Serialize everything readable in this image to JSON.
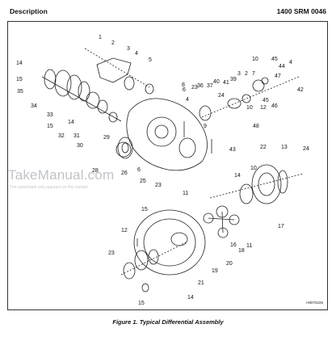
{
  "header": {
    "section": "Description",
    "doc_code": "1400 SRM 0046"
  },
  "watermark": {
    "brand": "TakeManual.com",
    "note": "The watermark only appears on this sample"
  },
  "figure": {
    "caption": "Figure 1. Typical Differential Assembly",
    "id": "H8075226",
    "callouts": [
      "1",
      "2",
      "3",
      "4",
      "5",
      "14",
      "15",
      "35",
      "34",
      "33",
      "15",
      "14",
      "32",
      "31",
      "30",
      "29",
      "28",
      "26",
      "25",
      "6",
      "23",
      "8",
      "4",
      "6",
      "23",
      "37",
      "40",
      "39",
      "41",
      "3",
      "2",
      "7",
      "36",
      "24",
      "9",
      "43",
      "10",
      "45",
      "4",
      "44",
      "47",
      "48",
      "45",
      "46",
      "42",
      "12",
      "10",
      "11",
      "13",
      "14",
      "10",
      "22",
      "24",
      "12",
      "15",
      "17",
      "16",
      "18",
      "11",
      "19",
      "20",
      "21",
      "14",
      "15",
      "23"
    ]
  }
}
